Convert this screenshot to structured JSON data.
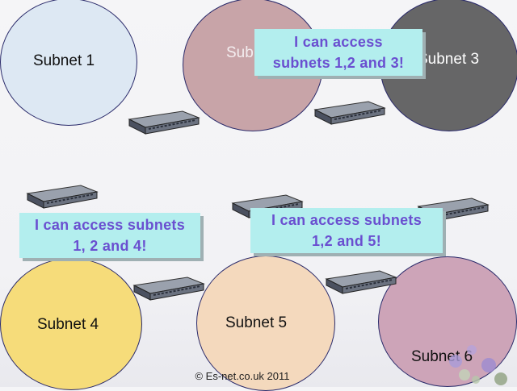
{
  "subnets": [
    {
      "label": "Subnet 1",
      "color": "#dde8f3"
    },
    {
      "label": "Subnet 2",
      "color": "#c8a4a8"
    },
    {
      "label": "Subnet 3",
      "color": "#666667"
    },
    {
      "label": "Subnet 4",
      "color": "#f6dc7a"
    },
    {
      "label": "Subnet 5",
      "color": "#f4d9bd"
    },
    {
      "label": "Subnet 6",
      "color": "#cda4b8"
    }
  ],
  "callouts": [
    {
      "line1": "I can access",
      "line2": "subnets 1,2 and 3!"
    },
    {
      "line1": "I can access subnets",
      "line2": "1, 2 and 4!"
    },
    {
      "line1": "I can access subnets",
      "line2": "1,2 and 5!"
    }
  ],
  "footer": {
    "copyright": "© Es-net.co.uk 2011"
  },
  "colors": {
    "callout_bg": "#b3eeee",
    "callout_text": "#6a4fd0",
    "router": "#6b7280"
  }
}
